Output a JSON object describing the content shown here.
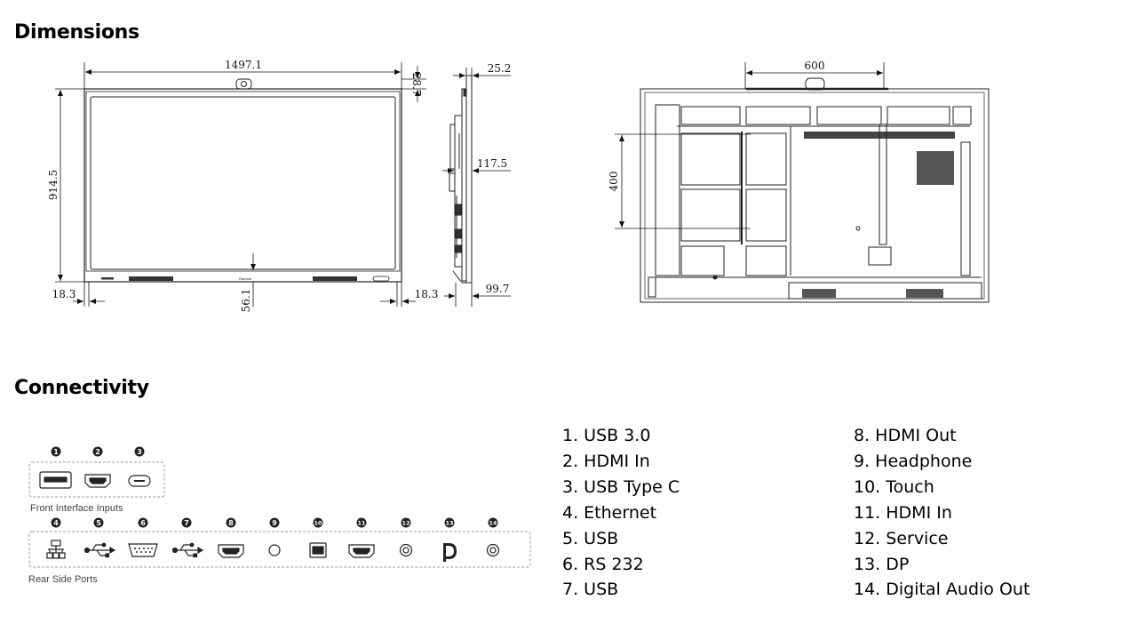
{
  "headings": {
    "dimensions": "Dimensions",
    "connectivity": "Connectivity"
  },
  "dimensions": {
    "width": "1497.1",
    "camera_height": "28.7",
    "height": "914.5",
    "bezel_left": "18.3",
    "bezel_right": "18.3",
    "bottom_bar": "56.1",
    "depth_top": "25.2",
    "depth_mid": "117.5",
    "depth_bottom": "99.7",
    "vesa_width": "600",
    "vesa_height": "400",
    "brand": "Hisense"
  },
  "connectivity": {
    "front_label": "Front Interface Inputs",
    "rear_label": "Rear Side Ports",
    "front_ports": [
      {
        "num": "1",
        "icon": "usb-a-port-icon"
      },
      {
        "num": "2",
        "icon": "hdmi-port-icon"
      },
      {
        "num": "3",
        "icon": "usb-c-port-icon"
      }
    ],
    "rear_ports": [
      {
        "num": "4",
        "icon": "ethernet-icon"
      },
      {
        "num": "5",
        "icon": "usb-icon"
      },
      {
        "num": "6",
        "icon": "rs232-port-icon"
      },
      {
        "num": "7",
        "icon": "usb-icon"
      },
      {
        "num": "8",
        "icon": "hdmi-port-icon"
      },
      {
        "num": "9",
        "icon": "headphone-jack-icon"
      },
      {
        "num": "10",
        "icon": "touch-usb-port-icon"
      },
      {
        "num": "11",
        "icon": "hdmi-port-icon"
      },
      {
        "num": "12",
        "icon": "service-port-icon"
      },
      {
        "num": "13",
        "icon": "displayport-icon"
      },
      {
        "num": "14",
        "icon": "digital-audio-out-icon"
      }
    ],
    "list_left": [
      "1. USB 3.0",
      "2. HDMI In",
      "3. USB Type C",
      "4. Ethernet",
      "5. USB",
      "6. RS 232",
      "7. USB"
    ],
    "list_right": [
      "8. HDMI Out",
      "9. Headphone",
      "10. Touch",
      "11. HDMI In",
      "12. Service",
      "13. DP",
      "14. Digital Audio Out"
    ]
  }
}
